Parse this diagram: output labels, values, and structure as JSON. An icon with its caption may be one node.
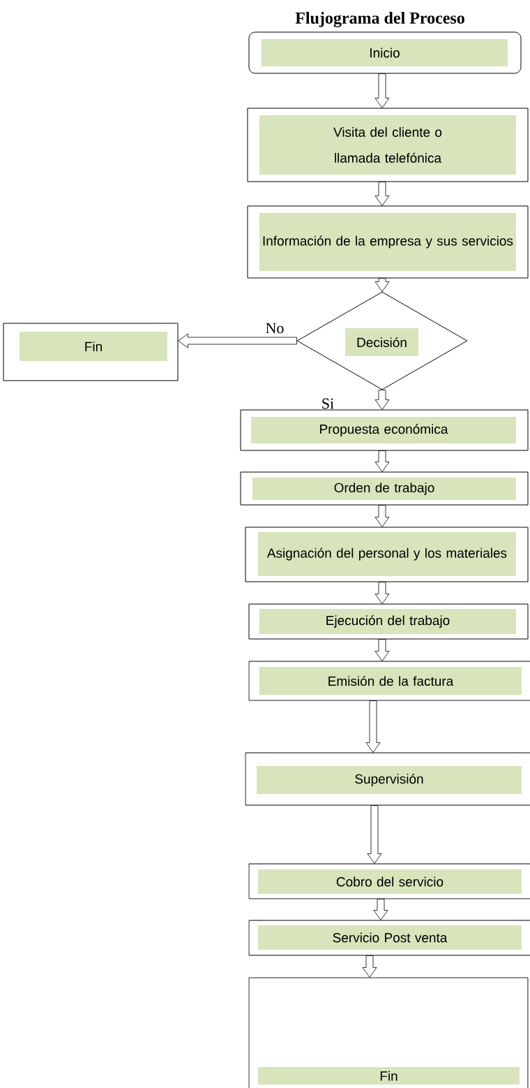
{
  "diagram": {
    "title": "Flujograma del Proceso",
    "nodes": [
      {
        "text": [
          "Inicio"
        ]
      },
      {
        "text": [
          "Visita del cliente o llamada telefónica"
        ]
      },
      {
        "text": [
          "Información de la empresa y sus servicios"
        ]
      },
      {
        "text": [
          "Decisión"
        ]
      },
      {
        "text": [
          "Fin"
        ]
      },
      {
        "text": [
          "Propuesta económica"
        ]
      },
      {
        "text": [
          "Orden de trabajo"
        ]
      },
      {
        "text": [
          "Asignación del personal y los materiales"
        ]
      },
      {
        "text": [
          "Ejecución del trabajo"
        ]
      },
      {
        "text": [
          "Emisión de la factura"
        ]
      },
      {
        "text": [
          "Supervisión"
        ]
      },
      {
        "text": [
          "Cobro del servicio"
        ]
      },
      {
        "text": [
          "Servicio Post venta"
        ]
      },
      {
        "text": [
          "Fin"
        ]
      }
    ],
    "edges": [
      {
        "from": 0,
        "to": 1,
        "arrow": "to"
      },
      {
        "from": 1,
        "to": 2,
        "arrow": "to"
      },
      {
        "from": 2,
        "to": 3,
        "arrow": "to"
      },
      {
        "from": 3,
        "to": 4,
        "arrow": "to",
        "label": "No"
      },
      {
        "from": 3,
        "to": 5,
        "arrow": "to",
        "label": "Si"
      },
      {
        "from": 5,
        "to": 6,
        "arrow": "to"
      },
      {
        "from": 6,
        "to": 7,
        "arrow": "to"
      },
      {
        "from": 7,
        "to": 8,
        "arrow": "to"
      },
      {
        "from": 8,
        "to": 9,
        "arrow": "to"
      },
      {
        "from": 9,
        "to": 10,
        "arrow": "to"
      },
      {
        "from": 10,
        "to": 11,
        "arrow": "to"
      },
      {
        "from": 11,
        "to": 12,
        "arrow": "to"
      },
      {
        "from": 12,
        "to": 13,
        "arrow": "to"
      }
    ]
  }
}
